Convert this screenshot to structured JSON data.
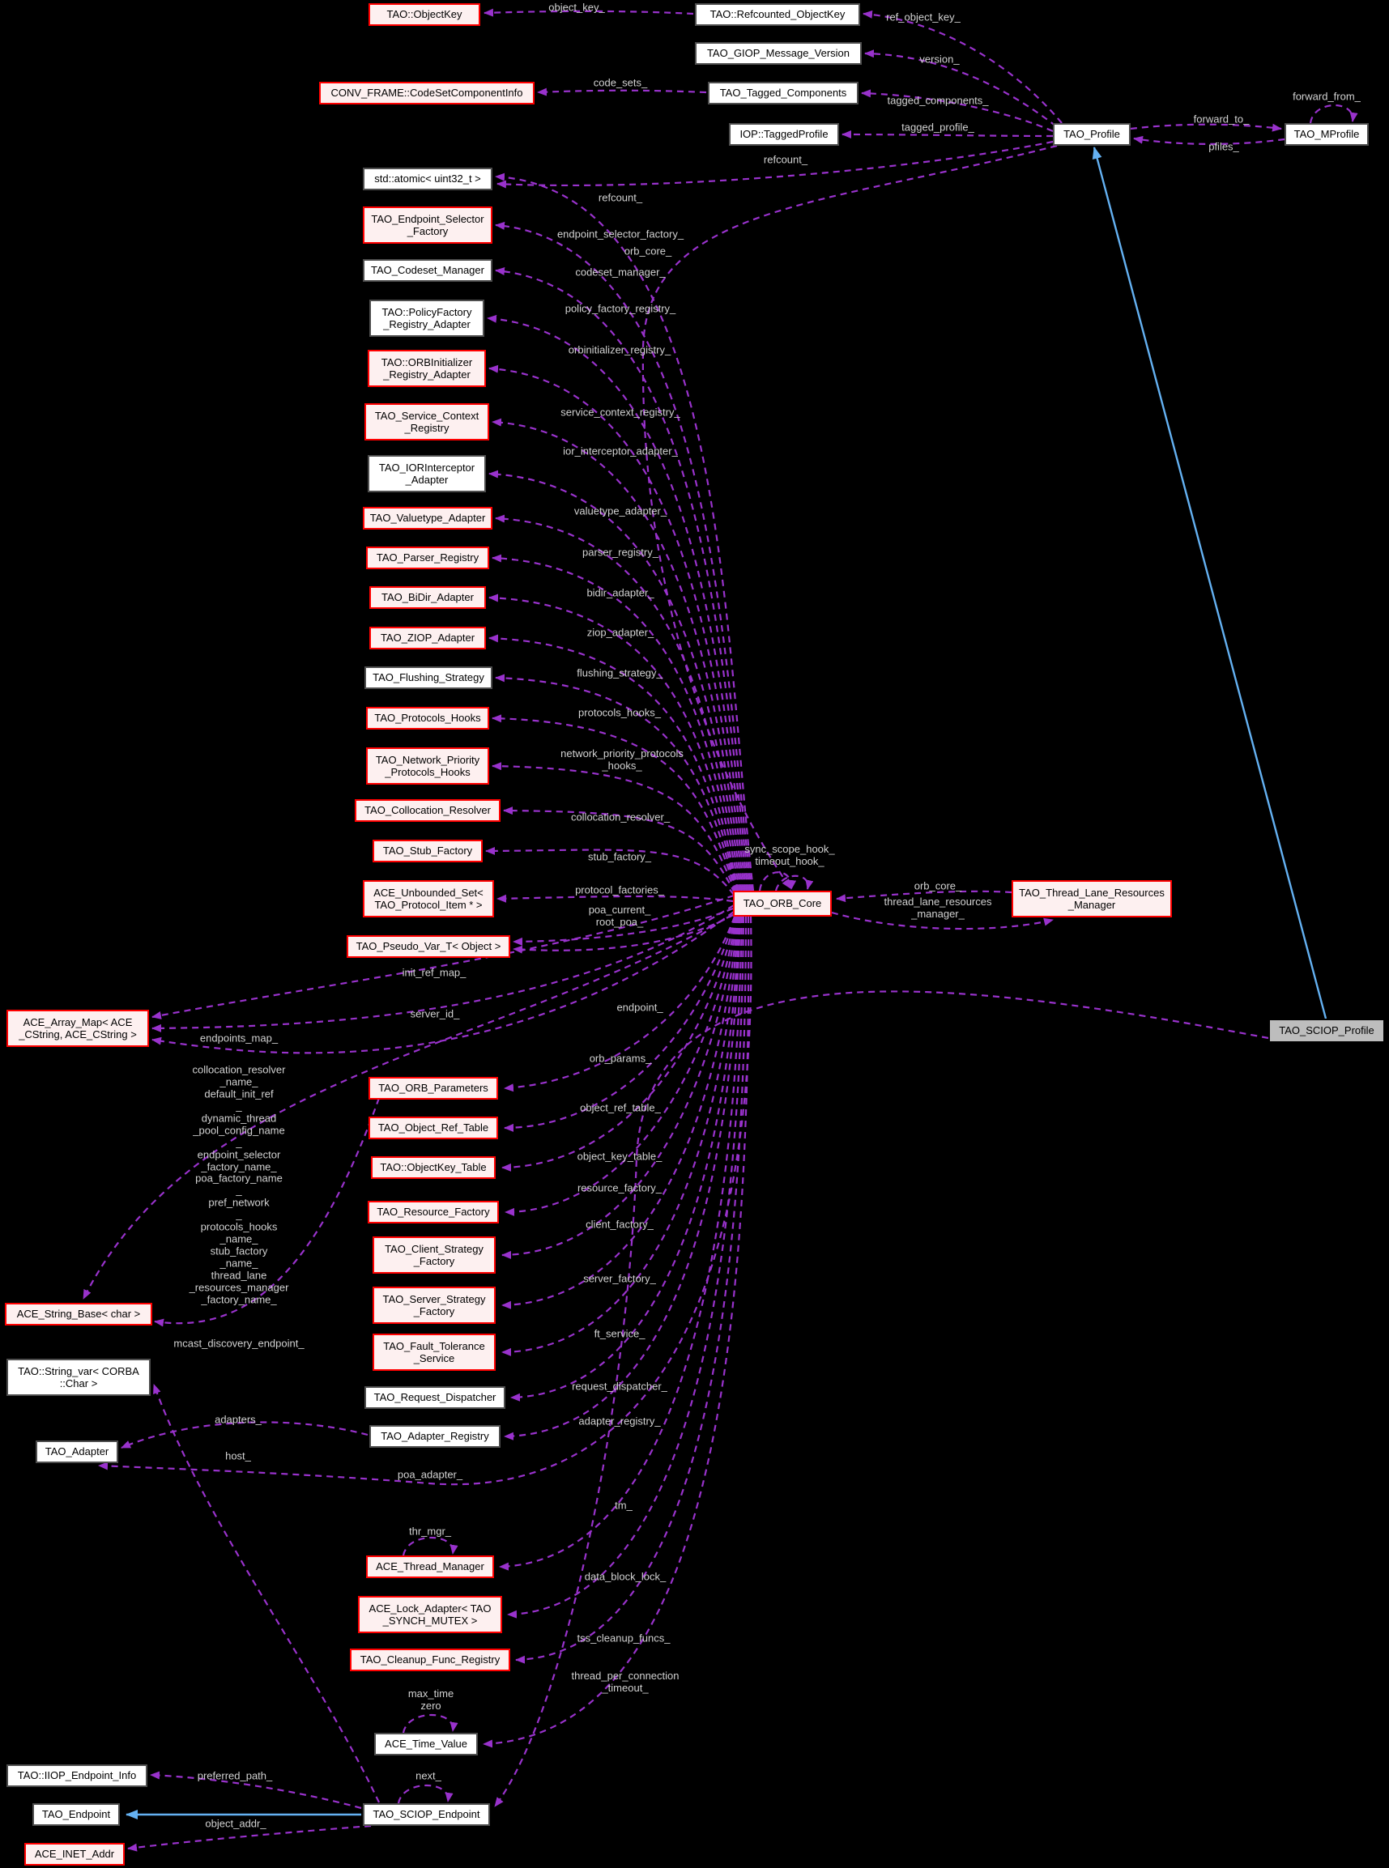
{
  "diagram": {
    "type": "doxygen-collaboration-graph",
    "subject_class": "TAO_SCIOP_Profile",
    "colors": {
      "background": "#000000",
      "usage_edge": "#9932cc",
      "inheritance_edge": "#64b1f2",
      "red_box_border": "#ff0000",
      "red_box_fill": "#fdf0f0",
      "gray_box_border": "#4e4e4e",
      "gray_box_fill": "#ffffff",
      "subject_box_fill": "#bdbdbd",
      "edge_label_text": "#d2d2d2"
    }
  },
  "nodes": {
    "objectkey": {
      "label": "TAO::ObjectKey",
      "style": "red"
    },
    "refcounted_objectkey": {
      "label": "TAO::Refcounted_ObjectKey",
      "style": "gray"
    },
    "giop_message_version": {
      "label": "TAO_GIOP_Message_Version",
      "style": "gray"
    },
    "codeset_component_info": {
      "label": "CONV_FRAME::CodeSetComponentInfo",
      "style": "red"
    },
    "tagged_components": {
      "label": "TAO_Tagged_Components",
      "style": "gray"
    },
    "iop_tagged_profile": {
      "label": "IOP::TaggedProfile",
      "style": "gray"
    },
    "profile": {
      "label": "TAO_Profile",
      "style": "gray"
    },
    "mprofile": {
      "label": "TAO_MProfile",
      "style": "gray"
    },
    "atomic_uint32": {
      "label": "std::atomic< uint32_t >",
      "style": "gray"
    },
    "endpoint_selector_factory": {
      "label": "TAO_Endpoint_Selector\n_Factory",
      "style": "red"
    },
    "codeset_manager": {
      "label": "TAO_Codeset_Manager",
      "style": "gray"
    },
    "policy_factory_registry_adapter": {
      "label": "TAO::PolicyFactory\n_Registry_Adapter",
      "style": "gray"
    },
    "orbinitializer_registry_adapter": {
      "label": "TAO::ORBInitializer\n_Registry_Adapter",
      "style": "red"
    },
    "service_context_registry": {
      "label": "TAO_Service_Context\n_Registry",
      "style": "red"
    },
    "ior_interceptor_adapter": {
      "label": "TAO_IORInterceptor\n_Adapter",
      "style": "gray"
    },
    "valuetype_adapter": {
      "label": "TAO_Valuetype_Adapter",
      "style": "red"
    },
    "parser_registry": {
      "label": "TAO_Parser_Registry",
      "style": "red"
    },
    "bidir_adapter": {
      "label": "TAO_BiDir_Adapter",
      "style": "red"
    },
    "ziop_adapter": {
      "label": "TAO_ZIOP_Adapter",
      "style": "red"
    },
    "flushing_strategy": {
      "label": "TAO_Flushing_Strategy",
      "style": "gray"
    },
    "protocols_hooks": {
      "label": "TAO_Protocols_Hooks",
      "style": "red"
    },
    "network_priority_protocols_hooks": {
      "label": "TAO_Network_Priority\n_Protocols_Hooks",
      "style": "red"
    },
    "collocation_resolver": {
      "label": "TAO_Collocation_Resolver",
      "style": "red"
    },
    "stub_factory": {
      "label": "TAO_Stub_Factory",
      "style": "red"
    },
    "unbounded_set_protocol_item": {
      "label": "ACE_Unbounded_Set<\nTAO_Protocol_Item * >",
      "style": "red"
    },
    "pseudo_var_t_object": {
      "label": "TAO_Pseudo_Var_T< Object >",
      "style": "red"
    },
    "array_map_cstring": {
      "label": "ACE_Array_Map< ACE\n_CString, ACE_CString >",
      "style": "red"
    },
    "orb_parameters": {
      "label": "TAO_ORB_Parameters",
      "style": "red"
    },
    "object_ref_table": {
      "label": "TAO_Object_Ref_Table",
      "style": "red"
    },
    "objectkey_table": {
      "label": "TAO::ObjectKey_Table",
      "style": "red"
    },
    "resource_factory": {
      "label": "TAO_Resource_Factory",
      "style": "red"
    },
    "client_strategy_factory": {
      "label": "TAO_Client_Strategy\n_Factory",
      "style": "red"
    },
    "server_strategy_factory": {
      "label": "TAO_Server_Strategy\n_Factory",
      "style": "red"
    },
    "fault_tolerance_service": {
      "label": "TAO_Fault_Tolerance\n_Service",
      "style": "red"
    },
    "request_dispatcher": {
      "label": "TAO_Request_Dispatcher",
      "style": "gray"
    },
    "adapter_registry": {
      "label": "TAO_Adapter_Registry",
      "style": "gray"
    },
    "string_base_char": {
      "label": "ACE_String_Base< char >",
      "style": "red"
    },
    "string_var_corba_char": {
      "label": "TAO::String_var< CORBA\n::Char >",
      "style": "gray"
    },
    "adapter": {
      "label": "TAO_Adapter",
      "style": "gray"
    },
    "thread_manager": {
      "label": "ACE_Thread_Manager",
      "style": "red"
    },
    "lock_adapter_synch_mutex": {
      "label": "ACE_Lock_Adapter< TAO\n_SYNCH_MUTEX >",
      "style": "red"
    },
    "cleanup_func_registry": {
      "label": "TAO_Cleanup_Func_Registry",
      "style": "red"
    },
    "time_value": {
      "label": "ACE_Time_Value",
      "style": "gray"
    },
    "iiop_endpoint_info": {
      "label": "TAO::IIOP_Endpoint_Info",
      "style": "gray"
    },
    "endpoint": {
      "label": "TAO_Endpoint",
      "style": "gray"
    },
    "sciop_endpoint": {
      "label": "TAO_SCIOP_Endpoint",
      "style": "gray"
    },
    "inet_addr": {
      "label": "ACE_INET_Addr",
      "style": "red"
    },
    "orb_core": {
      "label": "TAO_ORB_Core",
      "style": "red"
    },
    "thread_lane_resources_manager": {
      "label": "TAO_Thread_Lane_Resources\n_Manager",
      "style": "red"
    },
    "sciop_profile": {
      "label": "TAO_SCIOP_Profile",
      "style": "subject"
    }
  },
  "labels": {
    "object_key": {
      "text": "object_key_"
    },
    "ref_object_key": {
      "text": "ref_object_key_"
    },
    "version": {
      "text": "version_"
    },
    "code_sets": {
      "text": "code_sets_"
    },
    "tagged_components": {
      "text": "tagged_components_"
    },
    "tagged_profile": {
      "text": "tagged_profile_"
    },
    "forward_from": {
      "text": "forward_from_"
    },
    "forward_to": {
      "text": "forward_to_"
    },
    "pfiles": {
      "text": "pfiles_"
    },
    "refcount_profile": {
      "text": "refcount_"
    },
    "orb_core_profile": {
      "text": "orb_core_"
    },
    "refcount_orb": {
      "text": "refcount_"
    },
    "endpoint_selector_factory": {
      "text": "endpoint_selector_factory_"
    },
    "codeset_manager": {
      "text": "codeset_manager_"
    },
    "policy_factory_registry": {
      "text": "policy_factory_registry_"
    },
    "orbinitializer_registry": {
      "text": "orbinitializer_registry_"
    },
    "service_context_registry": {
      "text": "service_context_registry_"
    },
    "ior_interceptor_adapter": {
      "text": "ior_interceptor_adapter_"
    },
    "valuetype_adapter": {
      "text": "valuetype_adapter_"
    },
    "parser_registry": {
      "text": "parser_registry_"
    },
    "bidir_adapter": {
      "text": "bidir_adapter_"
    },
    "ziop_adapter": {
      "text": "ziop_adapter_"
    },
    "flushing_strategy": {
      "text": "flushing_strategy_"
    },
    "protocols_hooks": {
      "text": "protocols_hooks_"
    },
    "network_priority_protocols_hooks": {
      "text": "network_priority_protocols\n_hooks_"
    },
    "collocation_resolver": {
      "text": "collocation_resolver_"
    },
    "stub_factory": {
      "text": "stub_factory_"
    },
    "protocol_factories": {
      "text": "protocol_factories_"
    },
    "poa_current_root_poa": {
      "text": "poa_current_\nroot_poa_"
    },
    "sync_timeout_hooks": {
      "text": "sync_scope_hook_\ntimeout_hook_"
    },
    "orb_core_tlrm": {
      "text": "orb_core_"
    },
    "thread_lane_resources_manager": {
      "text": "thread_lane_resources\n_manager_"
    },
    "init_ref_map": {
      "text": "init_ref_map_"
    },
    "server_id": {
      "text": "server_id_"
    },
    "endpoints_map": {
      "text": "endpoints_map_"
    },
    "string_members": {
      "text": "collocation_resolver\n_name_\ndefault_init_ref\n_\ndynamic_thread\n_pool_config_name\n_\nendpoint_selector\n_factory_name_\npoa_factory_name\n_\npref_network\n_\nprotocols_hooks\n_name_\nstub_factory\n_name_\nthread_lane\n_resources_manager\n_factory_name_"
    },
    "orb_params": {
      "text": "orb_params_"
    },
    "object_ref_table": {
      "text": "object_ref_table_"
    },
    "object_key_table": {
      "text": "object_key_table_"
    },
    "resource_factory": {
      "text": "resource_factory_"
    },
    "client_factory": {
      "text": "client_factory_"
    },
    "server_factory": {
      "text": "server_factory_"
    },
    "ft_service": {
      "text": "ft_service_"
    },
    "request_dispatcher": {
      "text": "request_dispatcher_"
    },
    "adapter_registry": {
      "text": "adapter_registry_"
    },
    "mcast_discovery_endpoint": {
      "text": "mcast_discovery_endpoint_"
    },
    "adapters": {
      "text": "adapters_"
    },
    "host": {
      "text": "host_"
    },
    "poa_adapter": {
      "text": "poa_adapter_"
    },
    "tm": {
      "text": "tm_"
    },
    "thr_mgr": {
      "text": "thr_mgr_"
    },
    "data_block_lock": {
      "text": "data_block_lock_"
    },
    "tss_cleanup_funcs": {
      "text": "tss_cleanup_funcs_"
    },
    "thread_per_connection_timeout": {
      "text": "thread_per_connection\n_timeout_"
    },
    "max_time_zero": {
      "text": "max_time\nzero"
    },
    "next": {
      "text": "next_"
    },
    "preferred_path": {
      "text": "preferred_path_"
    },
    "object_addr": {
      "text": "object_addr_"
    },
    "endpoint": {
      "text": "endpoint_"
    }
  }
}
